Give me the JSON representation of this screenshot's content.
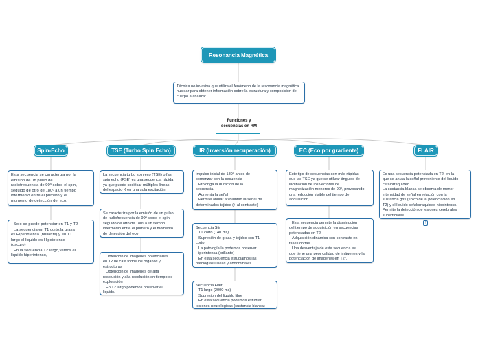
{
  "root": {
    "title": "Resonancia Magnética"
  },
  "definition": {
    "text": "Técnica no invasiva que utiliza el fenómeno de la resonancia magnética nuclear para obtener información sobre la estructura y composición del cuerpo a analizar"
  },
  "functions": {
    "label_1": "Funciones y",
    "label_2": "secuencias en RM"
  },
  "categories": {
    "spin_echo": "Spin-Echo",
    "tse": "TSE (Turbo Spin Echo)",
    "ir": "IR (Inversión recuperación)",
    "ec": "EC (Eco por gradiente)",
    "flair": "FLAIR"
  },
  "spin_echo": {
    "box1": [
      "Esta secuencia se caracteriza por la",
      "emisión de un pulso de",
      "radiofrecuencia de 90º sobre el spin,",
      "seguido de otro de 180º a un tiempo",
      "intermedio entre el primero y el",
      "momento de detección del eco."
    ],
    "box2": [
      "Solo se puede potenciar en T1 y T2",
      "La secuencia en T1 corto,la grasa",
      "es Hiperintensa (brillante) y en T1",
      "largo el liquido es Hipointenso",
      "(oscuro)",
      "En la secuencia T2 largo,vemos el",
      "liquido hiperintenso,"
    ]
  },
  "tse": {
    "box1": [
      "La secuencia turbo spin eco (TSE) o fast",
      "spin echo (FSE) es una secuencia rápida",
      "ya que puede codificar múltiples líneas",
      "del espacio K en una sola excitación"
    ],
    "box2": [
      "Se caracteriza por la emisión de un pulso",
      "de radiofrecuencia de 90º sobre el spin,",
      "seguido de otro de 180º a un tiempo",
      "intermedio entre el primero y el momento",
      "de detección del eco"
    ],
    "box3": [
      "Obtencion de imagenes potenciadas",
      "en T2 de cast todos los órganos y",
      "estructuras",
      "Obtencion de imágenes de alta",
      "resolución y alta resolución en tiempo de",
      "exploración",
      "En T2 largo podemos observar el",
      "liquido."
    ]
  },
  "ir": {
    "box1": [
      "Impulso inicial de 180° antes de",
      "comenzar con la secuencia",
      "Prolonga la duración de la",
      "secuencia.",
      "Aumenta la señal",
      "Permite anular a voluntad la señal de",
      "determinados tejidos (+ al contraste)"
    ],
    "box2": [
      "Secuencia Stir",
      "T1 corto (140 ms)",
      "Supresión de grasa y tejidos con T1",
      "corto",
      "La patología la podemos observar",
      "Hiperintensa (brillante)",
      "En esta secuencia estudiamos las",
      "patologías Oseas y abdominales"
    ],
    "box3": [
      "Secuencia Flair",
      "T1 largo (2000 ms)",
      "Supresion del liquido libre",
      "En esta secuencia podemos estudiar",
      "lesiones neurológicas (sustancia blanca)"
    ]
  },
  "ec": {
    "box1": [
      "Este tipo de secuencias son más rápidas",
      "que las TSE ya que se utilizar ángulos de",
      "inclinación de los vectores de",
      "magnetización menores de 90°, provocando",
      "una reducción visible del tiempo de",
      "adquisición"
    ],
    "box2": [
      "Esta secuencia permite la disminución",
      "del tiempo de adquisición en secuencias",
      "potenciadas en T2.",
      "Adquisición dinámica con contraste en",
      "fases cortas",
      "Una desventaja de esta secuencia es",
      "que tiene una peor calidad de imágenes y la",
      "potenciación de imágenes en T2*."
    ]
  },
  "flair": {
    "box1": [
      "Es una secuencia potenciada en T2, en la",
      "que se anula la señal proveniente del liquido",
      "cefalorraquídeo.",
      " La sustancia blanca se observa de menor",
      "intensidad de señal en relación con la",
      "sustancia gris (típico de la potenciación en",
      "T2) y el líquido cefalorraquídeo hipointenso.",
      "Permite la detección de lesiones cerebrales",
      "superficiales"
    ]
  },
  "info_icon": "!",
  "bullet_char": "",
  "colors": {
    "accent": "#1e97b8",
    "border": "#2a6fa8",
    "link": "#c8c8c8"
  }
}
